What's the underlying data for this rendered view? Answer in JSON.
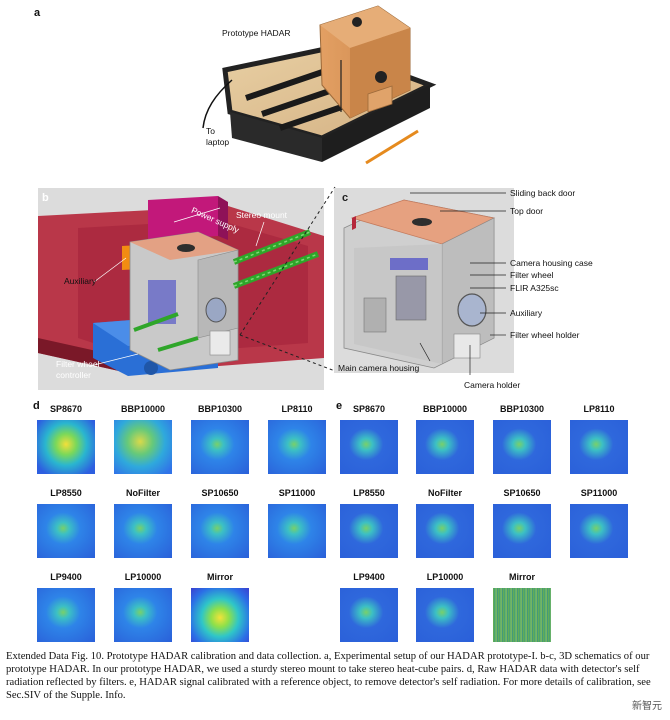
{
  "panels": {
    "a": {
      "letter": "a",
      "labels": {
        "prototype": "Prototype HADAR",
        "laptop_line1": "To",
        "laptop_line2": "laptop"
      }
    },
    "b": {
      "letter": "b",
      "labels": {
        "power_supply": "Power supply",
        "stereo_mount": "Stereo mount",
        "auxiliary": "Auxiliary",
        "filter_wheel_controller_line1": "Filter wheel",
        "filter_wheel_controller_line2": "controller"
      }
    },
    "c": {
      "letter": "c",
      "labels": {
        "sliding_back_door": "Sliding back door",
        "top_door": "Top door",
        "camera_housing_case": "Camera housing case",
        "filter_wheel": "Filter wheel",
        "flir": "FLIR A325sc",
        "auxiliary": "Auxiliary",
        "filter_wheel_holder": "Filter wheel holder",
        "main_camera_housing": "Main camera housing",
        "camera_holder": "Camera holder"
      }
    },
    "d": {
      "letter": "d",
      "filters": [
        "SP8670",
        "BBP10000",
        "BBP10300",
        "LP8110",
        "LP8550",
        "NoFilter",
        "SP10650",
        "SP11000",
        "LP9400",
        "LP10000",
        "Mirror"
      ]
    },
    "e": {
      "letter": "e",
      "filters": [
        "SP8670",
        "BBP10000",
        "BBP10300",
        "LP8110",
        "LP8550",
        "NoFilter",
        "SP10650",
        "SP11000",
        "LP9400",
        "LP10000",
        "Mirror"
      ]
    }
  },
  "caption": "Extended Data Fig. 10. Prototype HADAR calibration and data collection. a, Experimental setup of our HADAR prototype-I. b-c, 3D schematics of our prototype HADAR. In our prototype HADAR, we used a sturdy stereo mount to take stereo heat-cube pairs. d, Raw HADAR data with detector's self radiation reflected by filters. e, HADAR signal calibrated with a reference object, to remove detector's self radiation. For more details of calibration, see Sec.SIV of the Supple. Info.",
  "watermark": "新智元",
  "colors": {
    "frame_red": "#b5283c",
    "cardboard": "#d9955a",
    "tile_blue": "#2f6ee0",
    "tile_cyan": "#29b3d8"
  }
}
